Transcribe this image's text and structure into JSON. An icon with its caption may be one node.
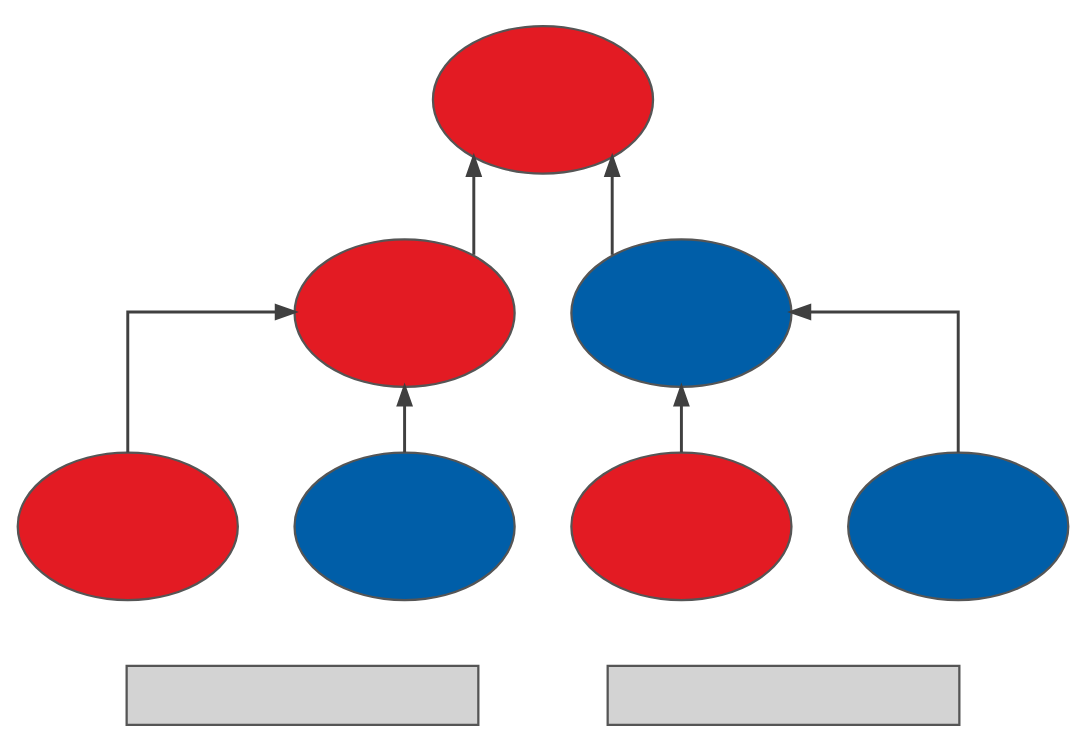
{
  "diagram": {
    "nodes": [
      {
        "text": [],
        "shape": "ellipse"
      },
      {
        "text": [],
        "shape": "ellipse"
      },
      {
        "text": [],
        "shape": "ellipse"
      },
      {
        "text": [],
        "shape": "ellipse"
      },
      {
        "text": [],
        "shape": "ellipse"
      },
      {
        "text": [],
        "shape": "ellipse"
      },
      {
        "text": [],
        "shape": "ellipse"
      },
      {
        "text": [],
        "shape": "box"
      },
      {
        "text": [],
        "shape": "box"
      }
    ],
    "edges": [
      {
        "from": 1,
        "to": 0,
        "arrow": "to"
      },
      {
        "from": 2,
        "to": 0,
        "arrow": "to"
      },
      {
        "from": 3,
        "to": 1,
        "arrow": "to"
      },
      {
        "from": 4,
        "to": 1,
        "arrow": "to"
      },
      {
        "from": 5,
        "to": 2,
        "arrow": "to"
      },
      {
        "from": 6,
        "to": 2,
        "arrow": "to"
      }
    ]
  }
}
